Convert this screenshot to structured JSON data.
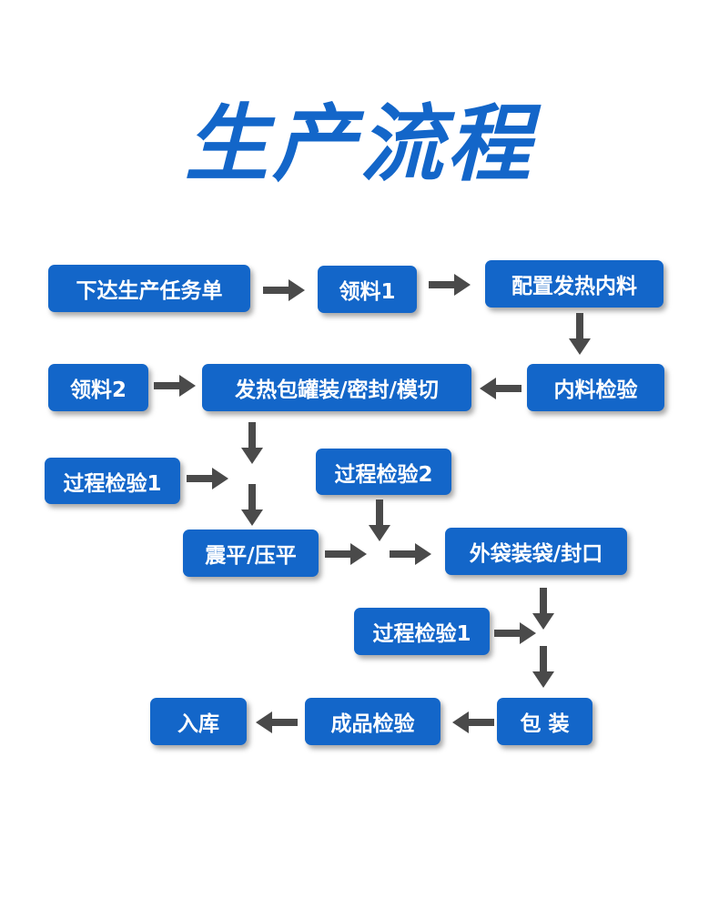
{
  "title": "生产流程",
  "steps": {
    "issue_task": "下达生产任务单",
    "material_1": "领料1",
    "prepare_inner": "配置发热内料",
    "material_2": "领料2",
    "can_pack": "发热包罐装/密封/模切",
    "inner_inspect": "内料检验",
    "process_check_1a": "过程检验1",
    "process_check_2": "过程检验2",
    "shake_press": "震平/压平",
    "outer_bag": "外袋装袋/封口",
    "process_check_1b": "过程检验1",
    "storage": "入库",
    "final_inspect": "成品检验",
    "packaging": "包 装"
  },
  "colors": {
    "box": "#1366c9",
    "arrow": "#4a4a4a",
    "title": "#1366c9"
  }
}
